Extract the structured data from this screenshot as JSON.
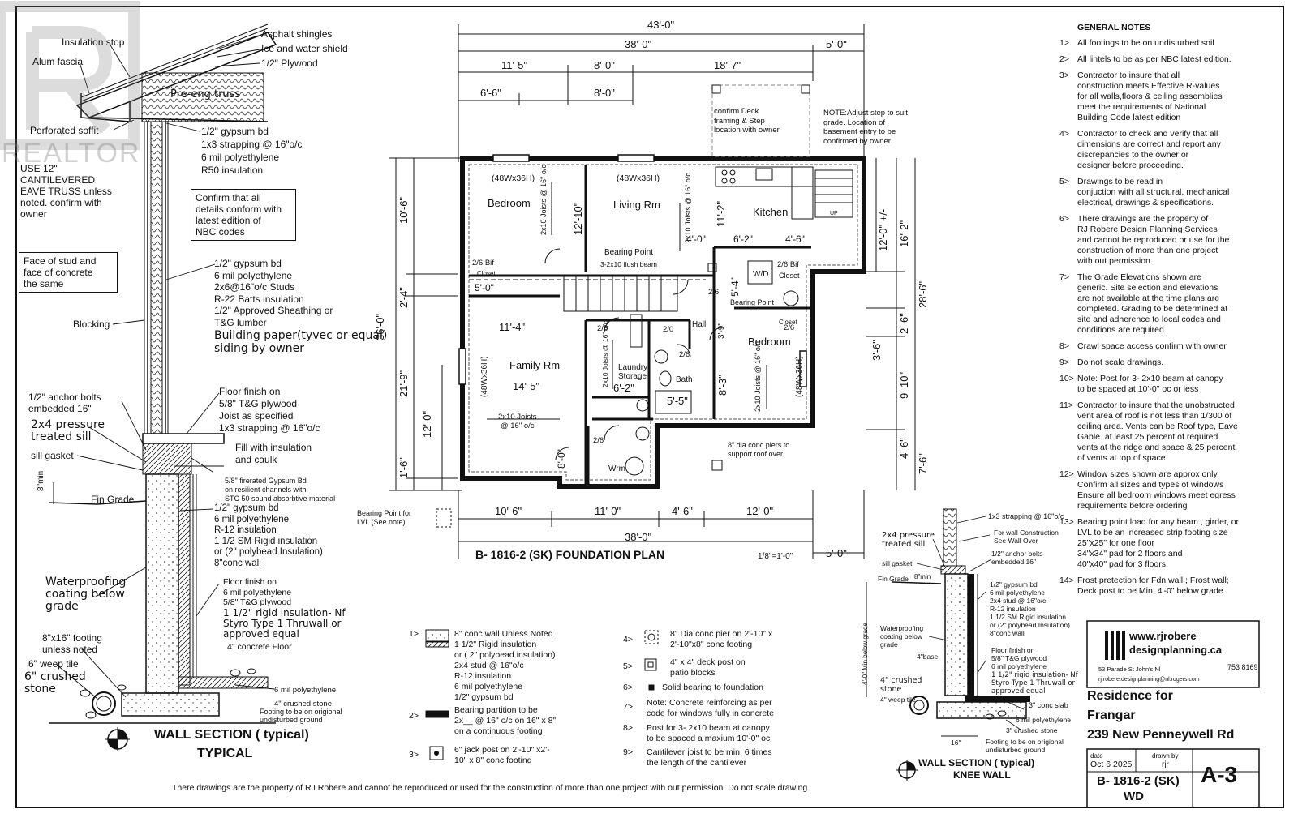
{
  "watermark": "REALTOR",
  "sheet": {
    "plan_title": "B- 1816-2 (SK)  FOUNDATION PLAN",
    "scale": "1/8\"=1'-0\"",
    "footer": "There drawings are the property of RJ Robere and cannot be reproduced or used for the construction of more than one project with out permission. Do not scale drawing"
  },
  "wall_section": {
    "title": "WALL SECTION ( typical)",
    "subtitle": "TYPICAL",
    "box1": [
      "USE 12\"",
      "CANTILEVERED",
      "EAVE TRUSS unless",
      "noted. confirm with",
      "owner"
    ],
    "box2": [
      "Confirm that all",
      "details conform with",
      "latest edition of",
      "NBC codes"
    ],
    "box3": [
      "Face of stud and",
      "face of concrete",
      "the same"
    ],
    "labels": {
      "insulation_stop": "Insulation stop",
      "alum_fascia": "Alum fascia",
      "asphalt": "Asphalt shingles",
      "ice_water": "Ice and water shield",
      "plywood": "1/2\" Plywood",
      "truss": "Pre-eng truss",
      "soffit": "Perforated soffit",
      "ceiling": [
        "1/2\" gypsum bd",
        "1x3 strapping @ 16\"o/c",
        "6 mil polyethylene",
        "R50  insulation"
      ],
      "wall": [
        "1/2\"  gypsum bd",
        "6 mil polyethylene",
        "2x6@16\"o/c Studs",
        "R-22 Batts insulation",
        "1/2\" Approved Sheathing or",
        "T&G lumber"
      ],
      "wall_hand": [
        "Building paper(tyvec or equal)",
        "siding by owner"
      ],
      "blocking": "Blocking",
      "floor": [
        "Floor finish on",
        "5/8\" T&G plywood",
        "Joist as specified",
        "1x3 strapping @ 16\"o/c"
      ],
      "anchor": [
        "1/2\" anchor bolts",
        "embedded 16\""
      ],
      "sill_hand": [
        "2x4 pressure",
        "treated sill"
      ],
      "gasket": "sill gasket",
      "fill": [
        "Fill with insulation",
        "and caulk"
      ],
      "firerated": [
        "5/8\" firerated Gypsum Bd",
        "on resilient channels with",
        "STC 50 sound absorbtive material"
      ],
      "min8": "8\"min",
      "fin_grade": "Fin Grade",
      "bsmt": [
        "1/2\"  gypsum bd",
        "6 mil polyethylene",
        "R-12  insulation",
        "1 1/2 SM Rigid  insulation",
        "or (2\" polybead Insulation)",
        "8\"conc wall"
      ],
      "waterproof_hand": [
        "Waterproofing",
        "coating below",
        "grade"
      ],
      "slab": [
        "Floor finish on",
        "6 mil polyethylene",
        "5/8\" T&G plywood"
      ],
      "slab_hand": [
        "1 1/2\" rigid insulation- Nf",
        "Styro Type 1 Thruwall or",
        "approved equal"
      ],
      "slab_conc": "4\" concrete Floor",
      "footing": [
        "8\"x16\" footing",
        "unless noted"
      ],
      "weep": "6\" weep tile",
      "crushed_hand": [
        "6\" crushed",
        "stone"
      ],
      "poly6": "6 mil polyethylene",
      "crushed4": "4\" crushed stone",
      "undisturbed": [
        "Footing to be on origional",
        "undisturbed ground"
      ]
    }
  },
  "plan": {
    "dims_top": [
      "43'-0\"",
      "38'-0\"",
      "5'-0\"",
      "11'-5\"",
      "8'-0\"",
      "18'-7\"",
      "6'-6\"",
      "8'-0\""
    ],
    "dims_bottom": [
      "10'-6\"",
      "11'-0\"",
      "4'-6\"",
      "12'-0\"",
      "38'-0\"",
      "5'-0\""
    ],
    "dims_left": [
      "36'-0\"",
      "10'-6\"",
      "2'-4\"",
      "21'-9\"",
      "12'-0\"",
      "1'-6\""
    ],
    "dims_right": [
      "12'-0\" +/-",
      "16'-2\"",
      "28'-6\"",
      "2'-6\"",
      "3'-6\"",
      "9'-10\"",
      "4'-6\"",
      "7'-6\""
    ],
    "rooms": {
      "bedroom1": "Bedroom",
      "living": "Living Rm",
      "kitchen": "Kitchen",
      "family": "Family Rm",
      "bedroom2": "Bedroom",
      "laundry": "Laundry",
      "storage": "Storage",
      "bath": "Bath",
      "hall": "Hall",
      "wrm": "Wrm",
      "closet": "Closet",
      "closet2": "Closet",
      "closet3": "Closet",
      "wd": "W/D",
      "up": "UP"
    },
    "labels": {
      "win1": "(48Wx36H)",
      "win2": "(48Wx36H)",
      "win3": "(48Wx36H)",
      "win4": "(48Wx36H)",
      "joists_bed": "2x10 Joists @ 16\" o/c",
      "joists_liv": "2x10 Joists @ 16\" o/c",
      "joists_fam": [
        "2x10 Joists",
        "@ 16\" o/c"
      ],
      "joists_lau": "2x10 Joists @ 16\" o/c",
      "joists_bed2": "2x10 Joists @ 16\" o/c",
      "bearing": [
        "Bearing Point",
        "3-2x10 flush beam"
      ],
      "bearing2": "Bearing Point",
      "deck": [
        "confirm Deck",
        "framing & Step",
        "location with owner"
      ],
      "note_step": [
        "NOTE:Adjust step to suit",
        "grade. Location of",
        "basement entry to be",
        "confirmed by owner"
      ],
      "piers": [
        "8\" dia conc piers to",
        "support roof over"
      ],
      "bearing_lvl": [
        "Bearing Point for",
        "LVL (See note)"
      ],
      "d_12_10": "12'-10\"",
      "d_11_2": "11'-2\"",
      "d_4_0": "4'-0\"",
      "d_6_2": "6'-2\"",
      "d_4_6": "4'-6\"",
      "d_5_4": "5'-4\"",
      "d_5_0": "5'-0\"",
      "d_11_4": "11'-4\"",
      "d_14_5": "14'-5\"",
      "d_6_2b": "6'-2\"",
      "d_5_5": "5'-5\"",
      "d_8_3": "8'-3\"",
      "d_8_0": "8'-0\"",
      "d_3_9": "3'-9\"",
      "bif1": "2/6 Bif",
      "bif2": "2/6 Bif",
      "door26a": "2/6",
      "door26b": "2/6",
      "door26c": "2/6",
      "door26d": "2/6",
      "door26e": "2/6",
      "door20": "2/0"
    }
  },
  "legend": [
    {
      "num": "1>",
      "text": "8\" conc wall  Unless Noted\n1 1/2\"  Rigid  insulation\nor ( 2\" polybead insulation)\n2x4 stud @ 16\"o/c\nR-12  insulation\n6 mil polyethylene\n1/2\" gypsum bd"
    },
    {
      "num": "2>",
      "text": "Bearing partition to be\n2x__ @ 16\" o/c on 16\" x 8\"\non a continuous footing"
    },
    {
      "num": "3>",
      "text": "6\" jack post on 2'-10\" x2'-\n10\" x 8\" conc footing"
    },
    {
      "num": "4>",
      "text": "8\" Dia conc pier on 2'-10\" x\n2'-10\"x8\" conc footing"
    },
    {
      "num": "5>",
      "text": "4\" x 4\" deck post on\npatio blocks"
    },
    {
      "num": "6>",
      "text": "Solid bearing to foundation"
    },
    {
      "num": "7>",
      "text": "Note: Concrete reinforcing as per\ncode for windows fully in concrete"
    },
    {
      "num": "8>",
      "text": "Post for 3- 2x10 beam at canopy\nto be spaced a maxium 10'-0\" oc"
    },
    {
      "num": "9>",
      "text": "Cantilever joist to be min. 6 times\nthe length of the cantilever"
    }
  ],
  "notes": {
    "title": "GENERAL NOTES",
    "items": [
      {
        "num": "1>",
        "text": "All footings to be on undisturbed soil"
      },
      {
        "num": "2>",
        "text": "All lintels to be as per NBC latest edition."
      },
      {
        "num": "3>",
        "text": "Contractor to insure that all\nconstruction meets Effective R-values\nfor all walls,floors & ceiling assemblies\nmeet the requirements of National\nBuilding Code latest edition"
      },
      {
        "num": "4>",
        "text": "Contractor to check and verify  that all\ndimensions are correct and report any\ndiscrepancies to the owner or\ndesigner before proceeding."
      },
      {
        "num": "5>",
        "text": "Drawings to be read in\nconjuction with all structural, mechanical\nelectrical, drawings & specifications."
      },
      {
        "num": "6>",
        "text": "There drawings are the property of\n RJ Robere Design Planning Services\n and cannot be reproduced or use for the\n construction of more than one project\n with out permission."
      },
      {
        "num": "7>",
        "text": "The Grade Elevations shown are\ngeneric. Site selection and elevations\nare not available at the time plans are\ncompleted. Grading to be determined at\nsite and adherence to local codes and\nconditions are required."
      },
      {
        "num": "8>",
        "text": "Crawl space access confirm with owner"
      },
      {
        "num": "9>",
        "text": "Do not scale drawings."
      },
      {
        "num": "10>",
        "text": "Note: Post for 3- 2x10 beam at canopy\nto be spaced at 10'-0\" oc or less"
      },
      {
        "num": "11>",
        "text": "Contractor to insure that the unobstructed\nvent area of roof is not less than 1/300 of\nceiling area. Vents can be Roof type, Eave\nGable. at least 25 percent of required\nvents at the ridge and space & 25 percent\nof vents at top of space."
      },
      {
        "num": "12>",
        "text": "Window sizes shown are approx only.\nConfirm all sizes and types of windows\nEnsure all bedroom windows meet egress\nrequirements before ordering"
      },
      {
        "num": "13>",
        "text": "Bearing point load for any beam , girder, or\nLVL to be an increased strip footing size\n25\"x25\" for one floor\n34\"x34\" pad for 2 floors and\n40\"x40\" pad for 3 floors."
      },
      {
        "num": "14>",
        "text": "Frost pretection for Fdn wall ; Frost wall;\nDeck post to be Min. 4'-0\" below grade"
      }
    ]
  },
  "knee_wall": {
    "title": "WALL SECTION ( typical)",
    "subtitle": "KNEE WALL",
    "labels": {
      "strap": "1x3 strapping @ 16\"o/c",
      "wall_over": [
        "For wall Construction",
        "See Wall Over"
      ],
      "sill_hand": [
        "2x4 pressure",
        "treated sill"
      ],
      "gasket": "sill gasket",
      "anchor": [
        "1/2\" anchor bolts",
        "embedded 16\""
      ],
      "fin_grade": "Fin Grade",
      "min8": "8\"min",
      "layers": [
        "1/2\" gypsum bd",
        "6 mil polyethylene",
        "2x4 stud @ 16\"o/c",
        "R-12  insulation",
        "1 1/2 SM Rigid  insulation",
        "or (2\" polybead Insulation)",
        "8\"conc wall"
      ],
      "waterproof": [
        "Waterproofing",
        "coating below",
        "grade"
      ],
      "base": "4\"base",
      "floor": [
        "Floor finish on",
        "5/8\" T&G plywood",
        "6 mil polyethylene"
      ],
      "floor_hand": [
        "1 1/2\" rigid insulation- Nf",
        "Styro Type 1 Thruwall or",
        "approved equal"
      ],
      "min_below": "4'-0\" Min below grade",
      "crushed": [
        "4\" crushed",
        "stone"
      ],
      "weep": "4\" weep tile",
      "slab": "3\" conc slab",
      "poly": "6 mil polyethylene",
      "crushed3": "3\" crushed stone",
      "footing": [
        "Footing to be on origional",
        "undisturbed ground"
      ],
      "d16": "16\""
    }
  },
  "title_block": {
    "web1": "www.rjrobere",
    "web2": "designplanning.ca",
    "address": "53 Parade  St John's  Nl",
    "phone": "753 8169",
    "email": "rj.robere.designplanning@nl.rogers.com",
    "project_title": "Residence for",
    "client": "Frangar",
    "site": "239 New Penneywell Rd",
    "date_label": "date",
    "date": "Oct 6  2025",
    "drawn_label": "drawn by",
    "drawn": "rjr",
    "sheet_no": "A-3",
    "drawing_no": "B- 1816-2 (SK)",
    "drawing_sub": "WD"
  }
}
